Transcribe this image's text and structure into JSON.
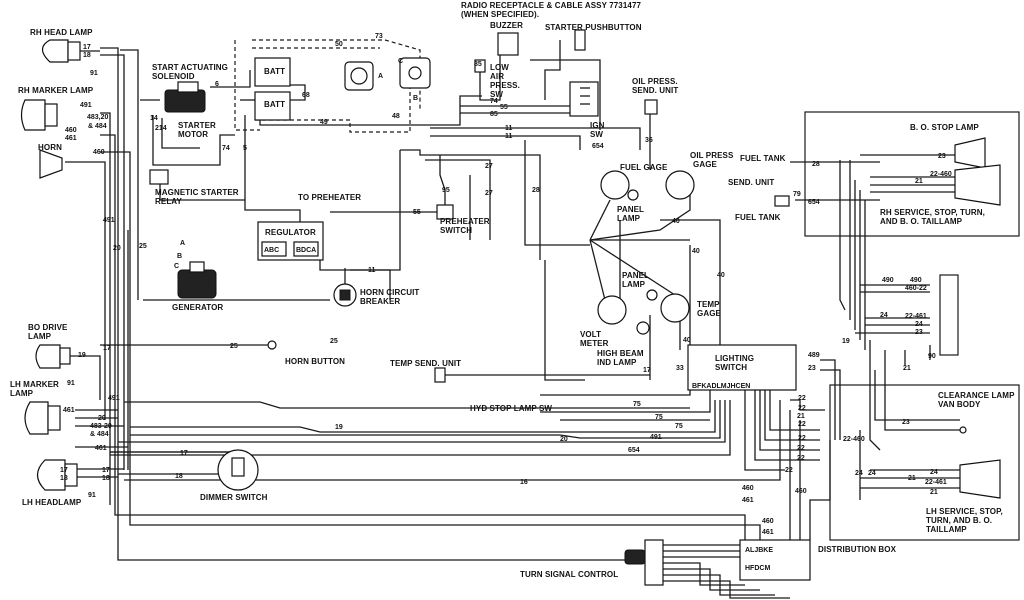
{
  "labels": {
    "radio_receptacle": "RADIO RECEPTACLE & CABLE ASSY 7731477",
    "when_specified": "(WHEN SPECIFIED).",
    "buzzer": "BUZZER",
    "starter_pushbutton": "STARTER PUSHBUTTON",
    "rh_head_lamp": "RH HEAD LAMP",
    "start_actuating": "START ACTUATING",
    "solenoid": "SOLENOID",
    "batt1": "BATT",
    "batt2": "BATT",
    "low": "LOW",
    "air": "AIR",
    "press": "PRESS.",
    "sw": "SW",
    "ign": "IGN",
    "ign_sw": "SW",
    "oil_press_send": "OIL PRESS.",
    "send_unit": "SEND. UNIT",
    "rh_marker_lamp": "RH MARKER LAMP",
    "starter": "STARTER",
    "motor": "MOTOR",
    "horn": "HORN",
    "fuel_gage": "FUEL GAGE",
    "oil_press": "OIL PRESS",
    "gage": "GAGE",
    "fuel_tank": "FUEL TANK",
    "fuel_send_unit": "SEND. UNIT",
    "fuel_tank2": "FUEL TANK",
    "magnetic_starter": "MAGNETIC STARTER",
    "relay": "RELAY",
    "to_preheater": "TO PREHEATER",
    "panel": "PANEL",
    "lamp": "LAMP",
    "preheater": "PREHEATER",
    "switch": "SWITCH",
    "regulator": "REGULATOR",
    "abc": "ABC",
    "bdca": "BDCA",
    "bo_stop_lamp": "B. O. STOP LAMP",
    "rh_service": "RH SERVICE, STOP, TURN,",
    "and_bo_taillamp": "AND B. O. TAILLAMP",
    "panel2": "PANEL",
    "lamp2": "LAMP",
    "temp": "TEMP",
    "temp_gage": "GAGE",
    "horn_circuit": "HORN CIRCUIT",
    "breaker": "BREAKER",
    "generator": "GENERATOR",
    "bo_drive": "BO DRIVE",
    "bo_drive_lamp": "LAMP",
    "horn_button": "HORN BUTTON",
    "volt": "VOLT",
    "meter": "METER",
    "high_beam": "HIGH BEAM",
    "ind_lamp": "IND LAMP",
    "lighting": "LIGHTING",
    "lighting_switch": "SWITCH",
    "temp_send_unit": "TEMP SEND. UNIT",
    "switch_terminals": "BFKADLMJHCEN",
    "lh_marker": "LH MARKER",
    "lh_marker_lamp": "LAMP",
    "hyd_stop_lamp_sw": "HYD STOP LAMP SW",
    "clearance_lamp": "CLEARANCE LAMP",
    "van_body": "VAN BODY",
    "dimmer_switch": "DIMMER SWITCH",
    "lh_headlamp": "LH HEADLAMP",
    "lh_service": "LH SERVICE, STOP,",
    "turn_and_bo": "TURN, AND B. O.",
    "taillamp": "TAILLAMP",
    "distribution_box": "DISTRIBUTION BOX",
    "turn_signal_control": "TURN SIGNAL CONTROL",
    "dist_top": "ALJBKE",
    "dist_bottom": "HFDCM",
    "term_a": "A",
    "term_b": "B",
    "term_c": "C",
    "term_b2": "B",
    "term_c2": "C",
    "term_a2": "A"
  },
  "wire_numbers": [
    "17",
    "18",
    "91",
    "491",
    "483,20",
    "& 484",
    "460",
    "461",
    "460",
    "491",
    "20",
    "25",
    "6",
    "214",
    "14",
    "5",
    "74",
    "73",
    "50",
    "49",
    "48",
    "68",
    "85",
    "74",
    "55",
    "85",
    "11",
    "11",
    "27",
    "27",
    "28",
    "654",
    "36",
    "95",
    "55",
    "11",
    "40",
    "40",
    "40",
    "40",
    "28",
    "23",
    "21",
    "22-460",
    "654",
    "79",
    "490",
    "460-22",
    "24",
    "22-461",
    "24",
    "23",
    "90",
    "21",
    "19",
    "25",
    "17",
    "91",
    "491",
    "461",
    "20",
    "483-20",
    "& 484",
    "461",
    "17",
    "18",
    "17",
    "18",
    "91",
    "17",
    "18",
    "16",
    "33",
    "17",
    "75",
    "75",
    "75",
    "19",
    "20",
    "491",
    "654",
    "22",
    "22",
    "22",
    "22",
    "21",
    "23",
    "22-460",
    "24",
    "460",
    "461",
    "460",
    "461",
    "22",
    "22",
    "22",
    "24",
    "21",
    "22-461",
    "21",
    "24",
    "460",
    "490",
    "489",
    "23",
    "19",
    "25"
  ]
}
